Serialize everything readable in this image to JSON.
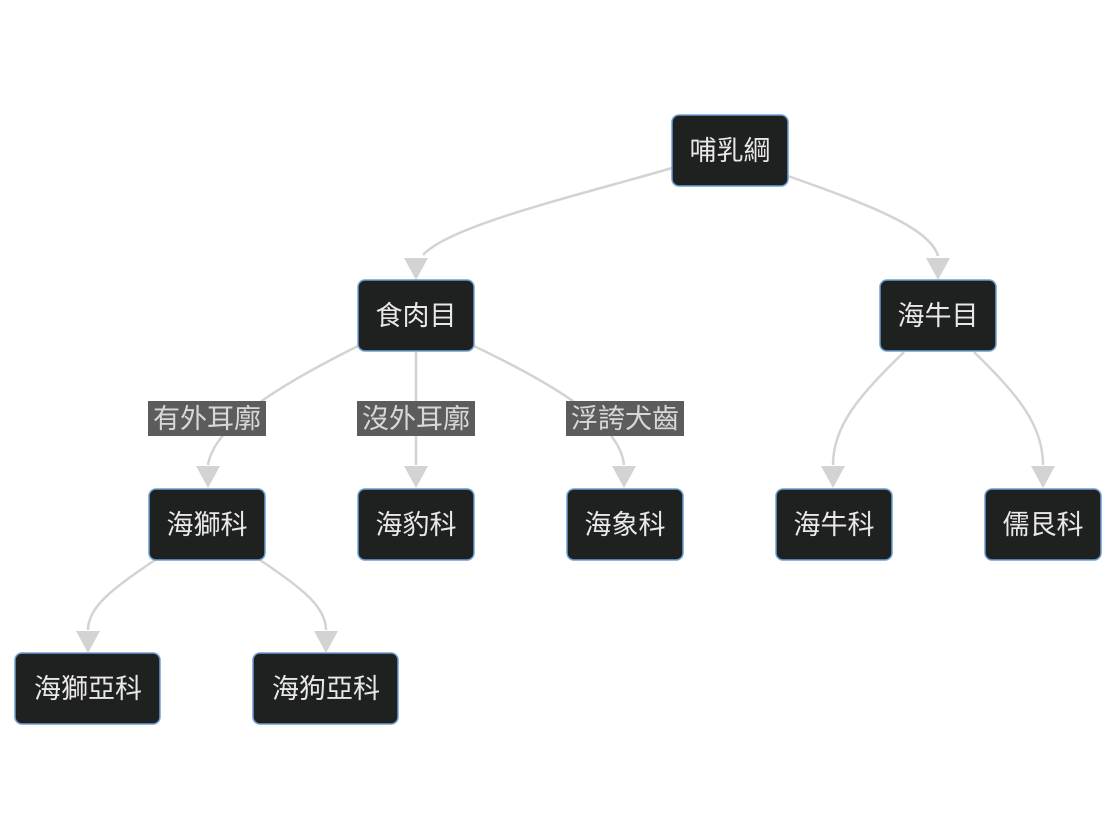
{
  "nodes": {
    "root": "哺乳綱",
    "carnivora": "食肉目",
    "sirenia": "海牛目",
    "otariidae": "海獅科",
    "phocidae": "海豹科",
    "odobenidae": "海象科",
    "trichechidae": "海牛科",
    "dugongidae": "儒艮科",
    "otariinae": "海獅亞科",
    "arctocephalinae": "海狗亞科"
  },
  "edge_labels": {
    "with_ear": "有外耳廓",
    "without_ear": "沒外耳廓",
    "tusks": "浮誇犬齒"
  },
  "colors": {
    "node_fill": "#1f2020",
    "node_border": "#6b9fd4",
    "node_text": "#e8e8e8",
    "edge": "#d3d3d3",
    "edge_label_bg": "#5c5c5c"
  }
}
